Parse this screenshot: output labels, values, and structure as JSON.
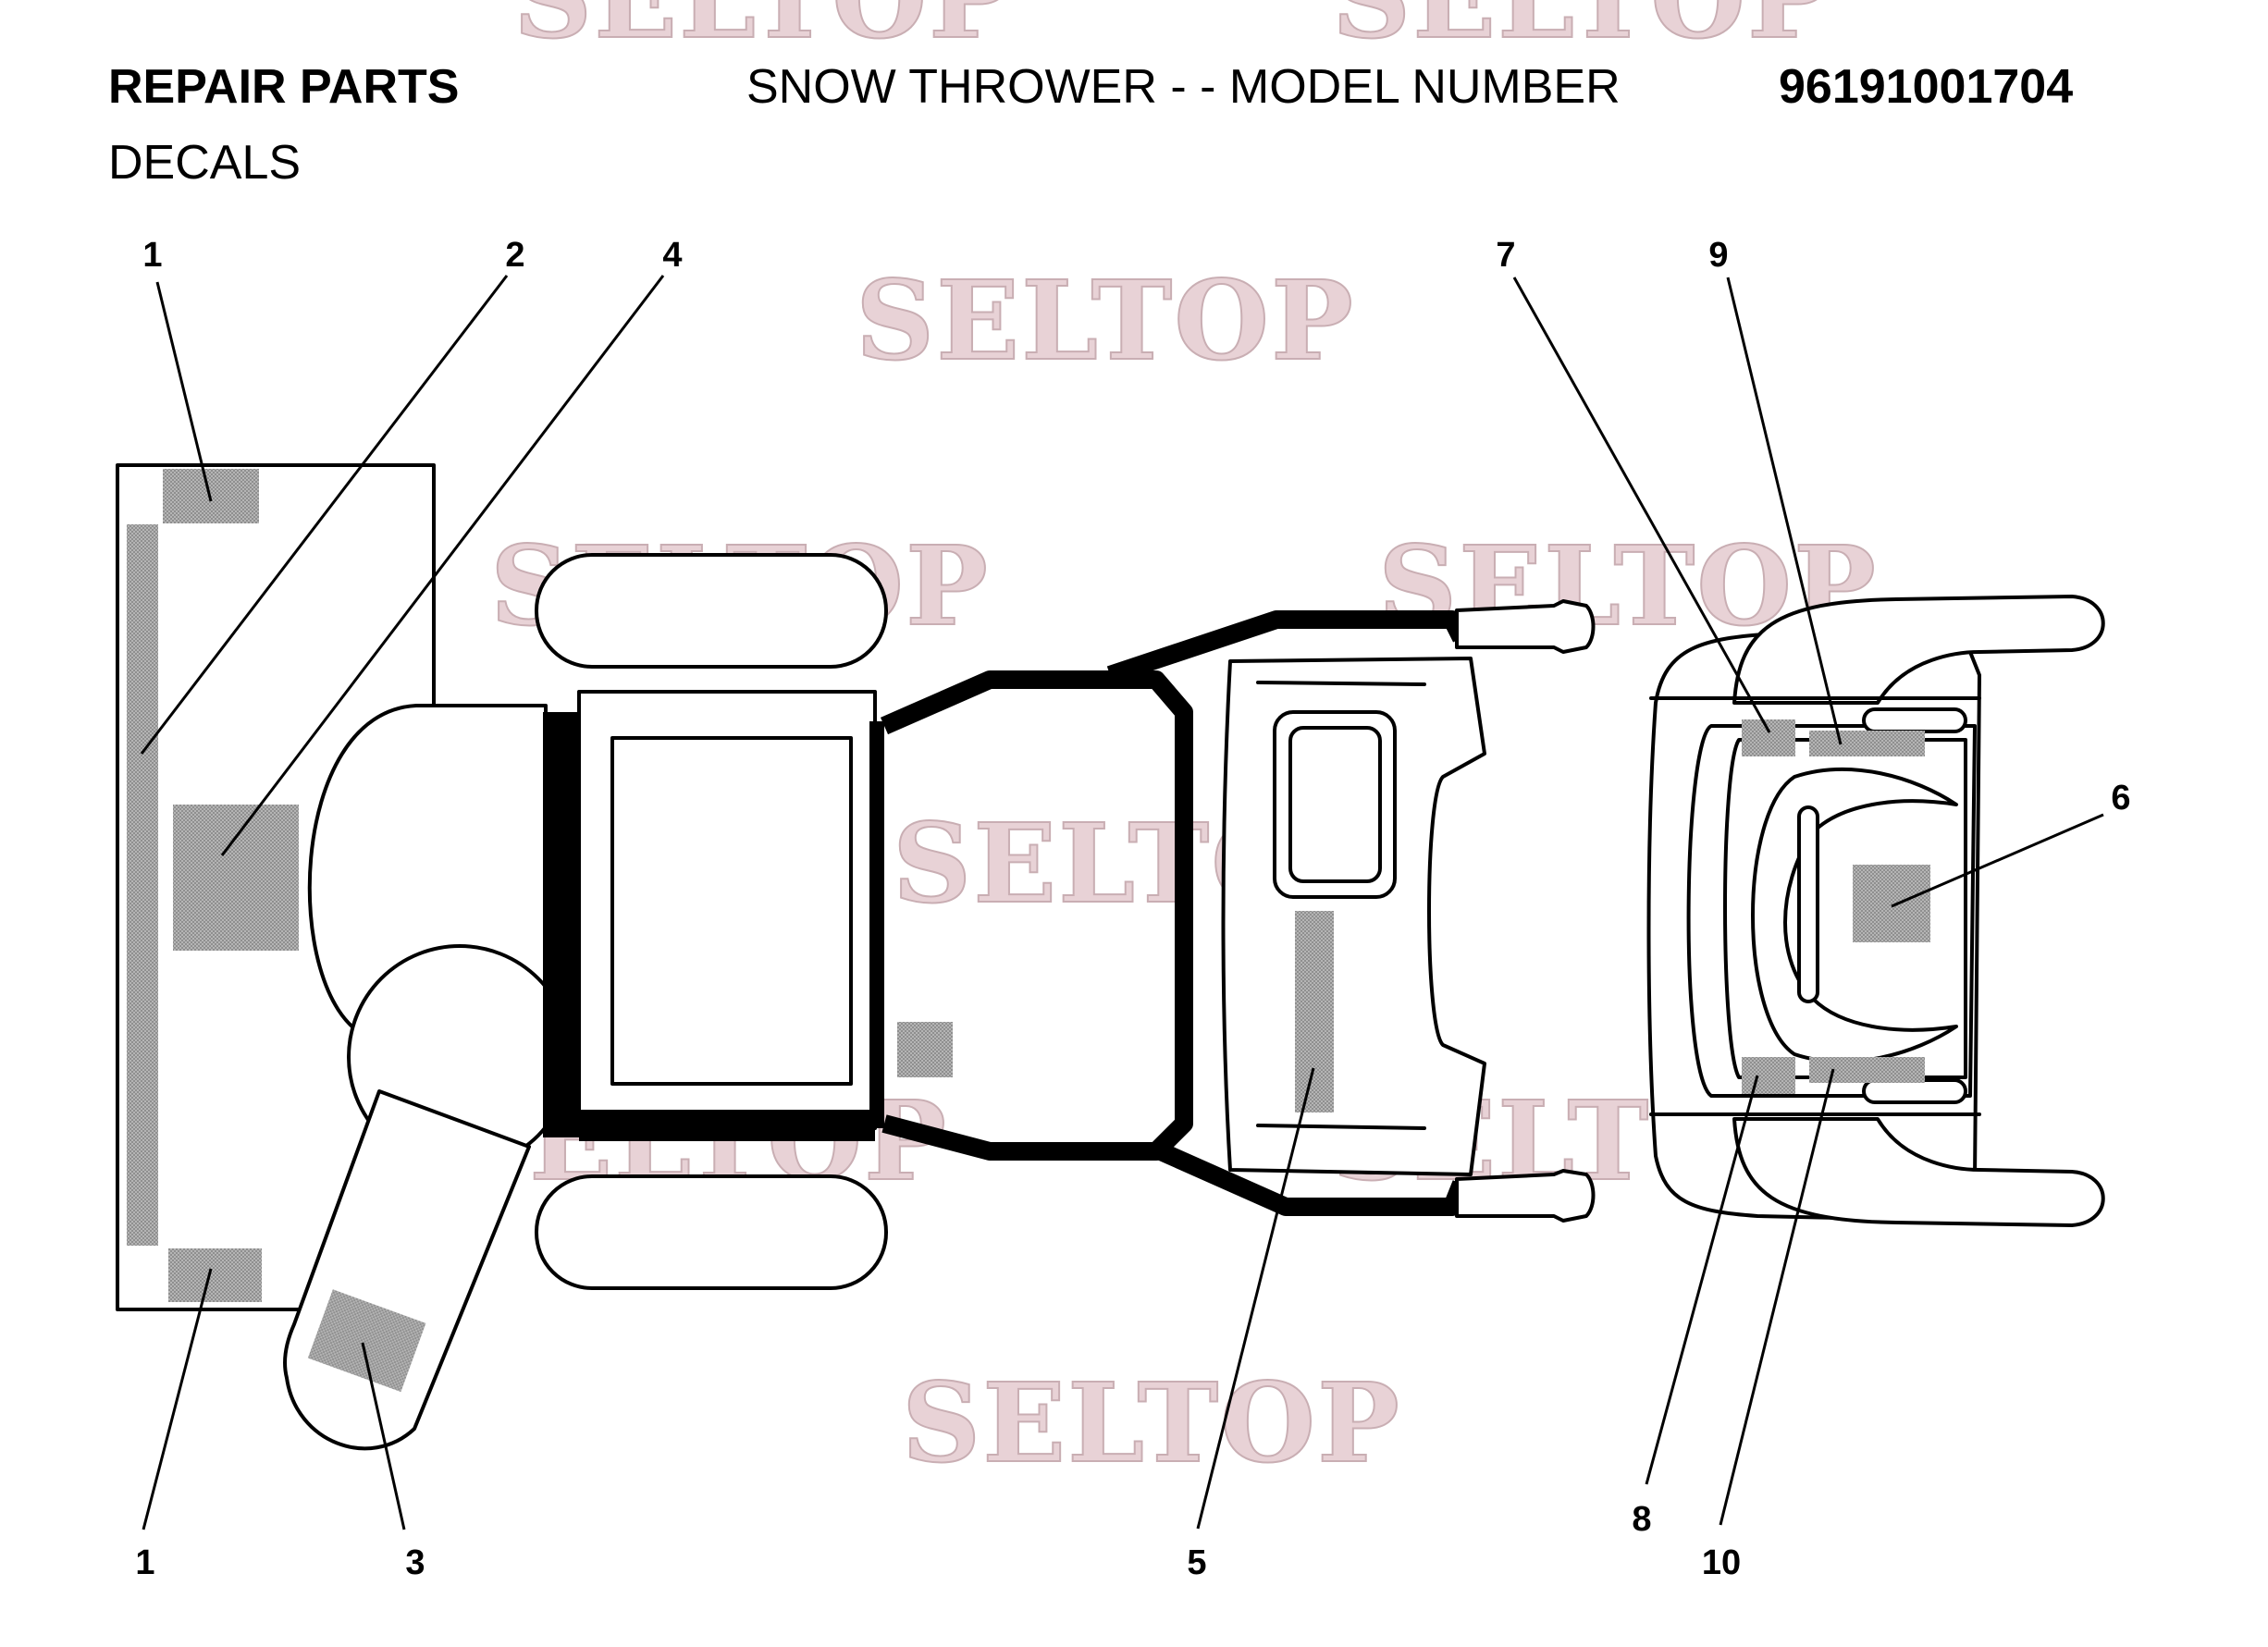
{
  "header": {
    "left_title": "REPAIR PARTS",
    "right_title": "SNOW THROWER - - MODEL NUMBER",
    "model_number": "96191001704",
    "subtitle": "DECALS"
  },
  "watermark": {
    "text": "SELTOP",
    "color": "#e8d2d6"
  },
  "callouts": [
    "1",
    "2",
    "4",
    "7",
    "9",
    "6",
    "1",
    "3",
    "5",
    "8",
    "10"
  ],
  "colors": {
    "line": "#000000",
    "decal_fill": "#a9a9a9",
    "background": "#ffffff"
  }
}
